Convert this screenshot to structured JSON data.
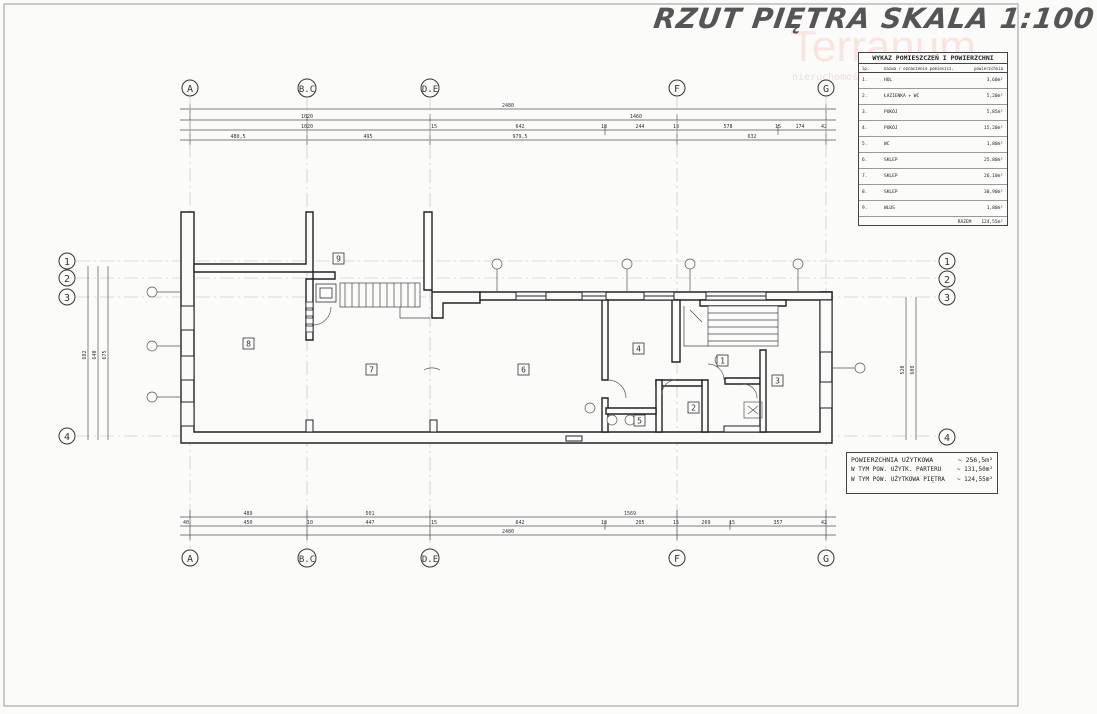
{
  "title": "RZUT PIĘTRA SKALA 1:100",
  "watermark": "Terranum",
  "watermark_sub": "nieruchomości",
  "axes_top": [
    "A",
    "B.C",
    "D.E",
    "F",
    "G"
  ],
  "axes_bottom": [
    "A",
    "B.C",
    "D.E",
    "F",
    "G"
  ],
  "axes_left": [
    "1",
    "2",
    "3",
    "4"
  ],
  "axes_right": [
    "1",
    "2",
    "3",
    "4"
  ],
  "dims_top": {
    "row1": [
      "2480"
    ],
    "row2": [
      "1020",
      "1460"
    ],
    "row3": [
      "1020",
      "15",
      "642",
      "18",
      "244",
      "18",
      "578",
      "15",
      "174",
      "42"
    ],
    "row4": [
      "480,5",
      "495",
      "979,5",
      "632"
    ]
  },
  "dims_bottom": {
    "row1": [
      "489",
      "501",
      "1569"
    ],
    "row2": [
      "40",
      "450",
      "10",
      "447",
      "15",
      "642",
      "18",
      "205",
      "15",
      "269",
      "15",
      "357",
      "42"
    ],
    "row3": [
      "2480"
    ]
  },
  "dims_left": [
    "682",
    "640",
    "675"
  ],
  "dims_right": [
    "520",
    "608"
  ],
  "rooms": {
    "r8": "8",
    "r7": "7",
    "r6": "6",
    "r4": "4",
    "r5": "5",
    "r2": "2",
    "r1": "1",
    "r3": "3",
    "r9": "9"
  },
  "room_table": {
    "title": "WYKAZ POMIESZCZEŃ I POWIERZCHNI",
    "head": [
      "lp.",
      "nazwa / oznaczenie pomieszcz.",
      "powierzchnia"
    ],
    "rows": [
      {
        "no": "1.",
        "name": "HOL",
        "area": "3,60m²"
      },
      {
        "no": "2.",
        "name": "ŁAZIENKA + WC",
        "area": "5,20m²"
      },
      {
        "no": "3.",
        "name": "POKÓJ",
        "area": "5,85m²"
      },
      {
        "no": "4.",
        "name": "POKÓJ",
        "area": "15,20m²"
      },
      {
        "no": "5.",
        "name": "WC",
        "area": "1,80m²"
      },
      {
        "no": "6.",
        "name": "SKLEP",
        "area": "25,80m²"
      },
      {
        "no": "7.",
        "name": "SKLEP",
        "area": "26,10m²"
      },
      {
        "no": "8.",
        "name": "SKLEP",
        "area": "30,90m²"
      },
      {
        "no": "9.",
        "name": "WLUS",
        "area": "1,80m²"
      }
    ],
    "total_label": "RAZEM",
    "total_value": "124,55m²"
  },
  "area_box": {
    "rows": [
      {
        "label": "POWIERZCHNIA UŻYTKOWA",
        "value": "~ 256,5m²"
      },
      {
        "label": "W TYM POW. UŻYTK. PARTERU",
        "value": "~ 131,50m²"
      },
      {
        "label": "W TYM POW. UŻYTKOWA PIĘTRA",
        "value": "~ 124,55m²"
      }
    ]
  }
}
